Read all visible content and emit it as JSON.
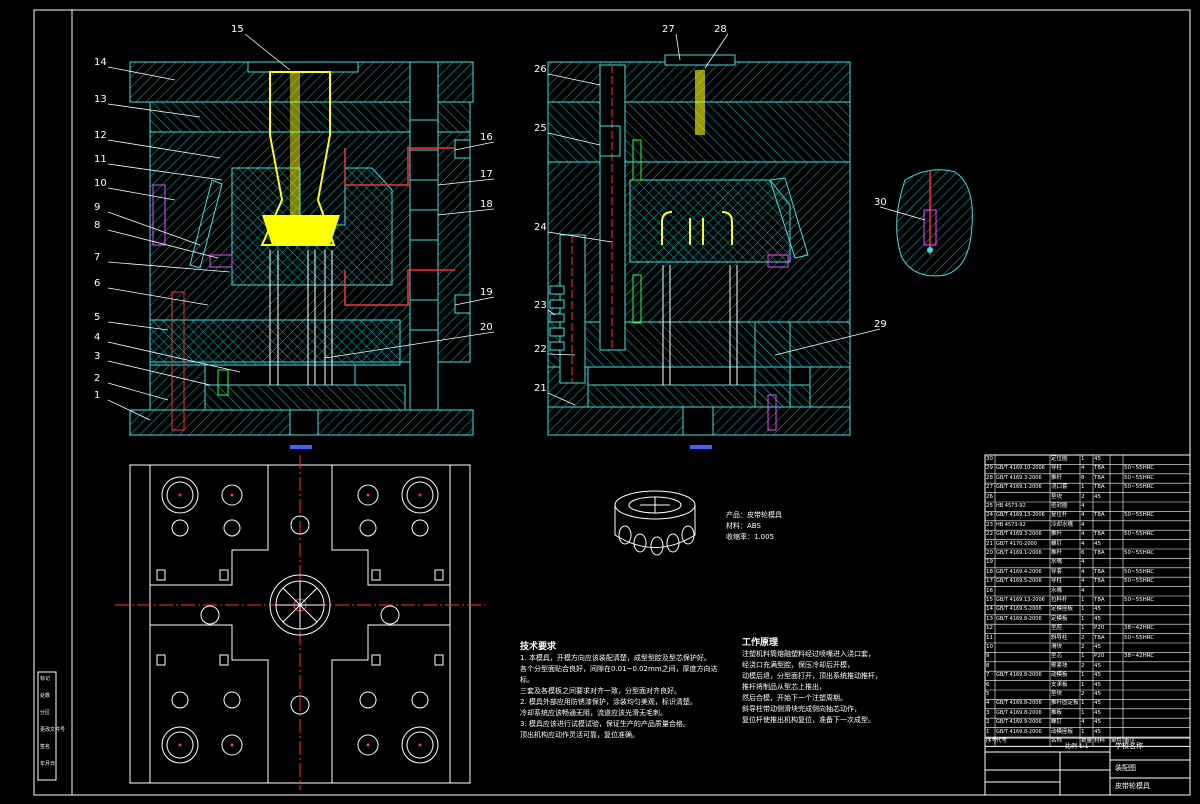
{
  "colors": {
    "background": "#000000",
    "frame": "#ffffff",
    "hatch": "#00b3b3",
    "body": "#40e0e0",
    "part_yellow": "#ffff00",
    "part_red": "#ff3030",
    "part_magenta": "#ff40ff",
    "part_green": "#30ff30",
    "part_blue": "#4060ff"
  },
  "callouts_left": [
    "1",
    "2",
    "3",
    "4",
    "5",
    "6",
    "7",
    "8",
    "9",
    "10",
    "11",
    "12",
    "13",
    "14",
    "15"
  ],
  "callouts_mid": [
    "16",
    "17",
    "18",
    "19",
    "20"
  ],
  "callouts_right": [
    "21",
    "22",
    "23",
    "24",
    "25",
    "26",
    "27",
    "28",
    "29",
    "30"
  ],
  "product_info": [
    "产品：皮带轮模具",
    "材料：ABS",
    "收缩率：1.005"
  ],
  "tech_title": "技术要求",
  "tech_lines": [
    "1. 本模具，开模方向应该装配清楚，成型型腔及型芯保护好。",
    "各个分型面贴合良好，间隙在0.01~0.02mm之间，厚度方向达标。",
    "三套及各模板之间要求对齐一致，分型面对齐良好。",
    "2. 模具外部应用防锈漆保护，涂装均匀美观，标识清楚。",
    "冷却系统应该畅通无阻，流道应该光滑无毛刺。",
    "3. 模具应该进行试模试验，保证生产的产品质量合格。",
    "顶出机构应动作灵活可靠，复位准确。"
  ],
  "work_title": "工作原理",
  "work_lines": [
    "注塑机料筒熔融塑料经过喷嘴进入浇口套，",
    "经浇口充满型腔，保压冷却后开模，",
    "动模后退，分型面打开，顶出系统推动推杆，",
    "推杆将制品从型芯上推出，",
    "然后合模，开始下一个注塑周期。",
    "斜导柱带动侧滑块完成侧向抽芯动作，",
    "复位杆使推出机构复位，准备下一次成型。"
  ],
  "bom_rows": [
    [
      "30",
      "",
      "定位圈",
      "1",
      "45",
      "",
      ""
    ],
    [
      "29",
      "GB/T 4169.10-2006",
      "导柱",
      "4",
      "T8A",
      "",
      "50~55HRC"
    ],
    [
      "28",
      "GB/T 4169.3-2006",
      "推杆",
      "8",
      "T8A",
      "",
      "50~55HRC"
    ],
    [
      "27",
      "GB/T 4169.1-2006",
      "浇口套",
      "1",
      "T8A",
      "",
      "50~55HRC"
    ],
    [
      "26",
      "",
      "垫块",
      "2",
      "45",
      "",
      ""
    ],
    [
      "25",
      "HB 4573-92",
      "密封圈",
      "4",
      "",
      "",
      ""
    ],
    [
      "24",
      "GB/T 4169.13-2006",
      "复位杆",
      "4",
      "T8A",
      "",
      "50~55HRC"
    ],
    [
      "23",
      "HB 4573-92",
      "冷却水嘴",
      "4",
      "",
      "",
      ""
    ],
    [
      "22",
      "GB/T 4169.3-2006",
      "推杆",
      "4",
      "T8A",
      "",
      "50~55HRC"
    ],
    [
      "21",
      "GB/T 4170-2000",
      "螺钉",
      "4",
      "45",
      "",
      ""
    ],
    [
      "20",
      "GB/T 4169.1-2006",
      "推杆",
      "6",
      "T8A",
      "",
      "50~55HRC"
    ],
    [
      "19",
      "",
      "水嘴",
      "4",
      "",
      "",
      ""
    ],
    [
      "18",
      "GB/T 4169.4-2006",
      "导套",
      "4",
      "T8A",
      "",
      "50~55HRC"
    ],
    [
      "17",
      "GB/T 4169.5-2006",
      "导柱",
      "4",
      "T8A",
      "",
      "50~55HRC"
    ],
    [
      "16",
      "",
      "水嘴",
      "4",
      "",
      "",
      ""
    ],
    [
      "15",
      "GB/T 4169.13-2006",
      "拉料杆",
      "1",
      "T8A",
      "",
      "50~55HRC"
    ],
    [
      "14",
      "GB/T 4169.5-2006",
      "定模座板",
      "1",
      "45",
      "",
      ""
    ],
    [
      "13",
      "GB/T 4169.8-2006",
      "定模板",
      "1",
      "45",
      "",
      ""
    ],
    [
      "12",
      "",
      "型腔",
      "1",
      "P20",
      "",
      "38~42HRC"
    ],
    [
      "11",
      "",
      "斜导柱",
      "2",
      "T8A",
      "",
      "50~55HRC"
    ],
    [
      "10",
      "",
      "滑块",
      "2",
      "45",
      "",
      ""
    ],
    [
      "9",
      "",
      "型芯",
      "1",
      "P20",
      "",
      "38~42HRC"
    ],
    [
      "8",
      "",
      "楔紧块",
      "2",
      "45",
      "",
      ""
    ],
    [
      "7",
      "GB/T 4169.8-2006",
      "动模板",
      "1",
      "45",
      "",
      ""
    ],
    [
      "6",
      "",
      "支承板",
      "1",
      "45",
      "",
      ""
    ],
    [
      "5",
      "",
      "垫块",
      "2",
      "45",
      "",
      ""
    ],
    [
      "4",
      "GB/T 4169.8-2006",
      "推杆固定板",
      "1",
      "45",
      "",
      ""
    ],
    [
      "3",
      "GB/T 4169.8-2006",
      "推板",
      "1",
      "45",
      "",
      ""
    ],
    [
      "2",
      "GB/T 4169.9-2006",
      "螺钉",
      "4",
      "45",
      "",
      ""
    ],
    [
      "1",
      "GB/T 4169.8-2006",
      "动模座板",
      "1",
      "45",
      "",
      ""
    ]
  ],
  "bom_header": [
    "序号",
    "代号",
    "名称",
    "数量",
    "材料",
    "单件",
    "备注"
  ],
  "title_block": {
    "school": "学校名称",
    "drawing_name": "装配图",
    "product": "皮带轮模具",
    "scale_label": "比例 1:1"
  },
  "left_strip": [
    "标记",
    "处数",
    "分区",
    "更改文件号",
    "签名",
    "年月日"
  ]
}
